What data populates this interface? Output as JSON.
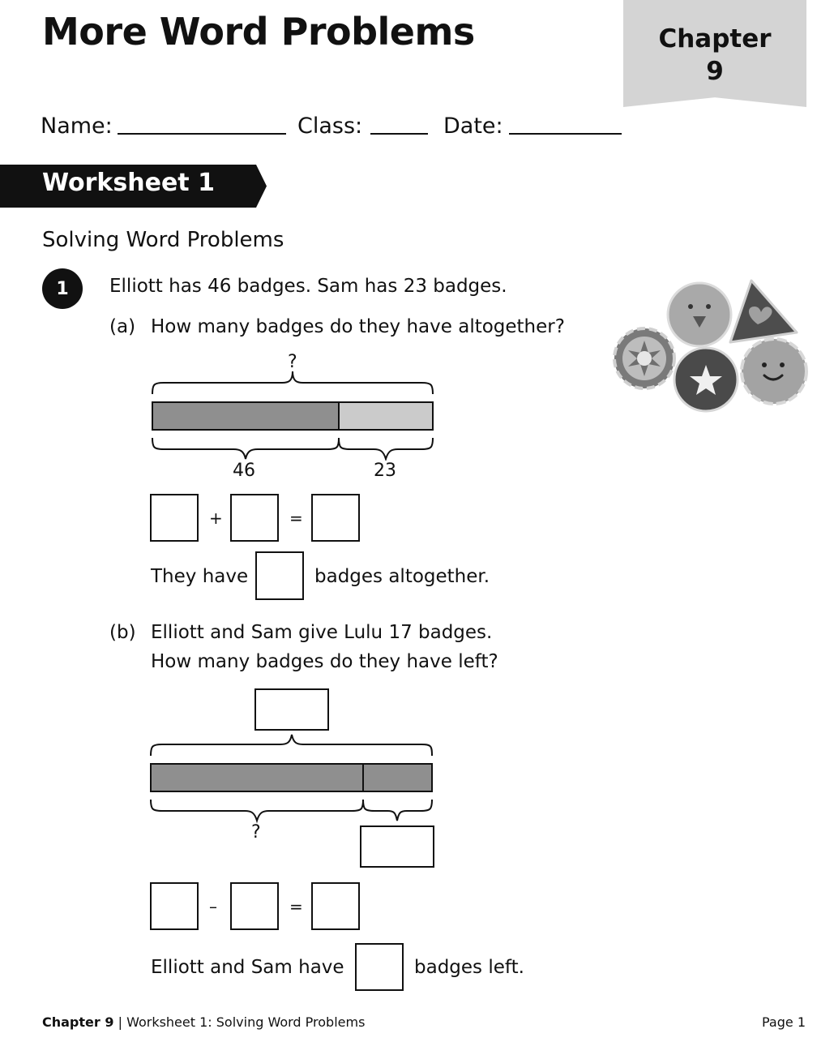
{
  "header": {
    "title": "More Word Problems",
    "chapter_label": "Chapter",
    "chapter_number": "9"
  },
  "fields": {
    "name_label": "Name:",
    "class_label": "Class:",
    "date_label": "Date:"
  },
  "worksheet": {
    "banner": "Worksheet 1",
    "section_title": "Solving Word Problems"
  },
  "question1": {
    "number": "1",
    "stem": "Elliott has 46 badges. Sam has 23 badges.",
    "part_a": {
      "label": "(a)",
      "question": "How many badges do they have altogether?",
      "model": {
        "top_label": "?",
        "left_label": "46",
        "right_label": "23",
        "left_value": 46,
        "right_value": 23
      },
      "equation": {
        "operator": "+",
        "equals": "="
      },
      "answer_before": "They have",
      "answer_after": "badges altogether."
    },
    "part_b": {
      "label": "(b)",
      "line1": "Elliott and Sam give Lulu 17 badges.",
      "line2": "How many badges do they have left?",
      "model": {
        "bottom_left_label": "?"
      },
      "equation": {
        "operator": "–",
        "equals": "="
      },
      "answer_before": "Elliott and Sam have",
      "answer_after": "badges left."
    }
  },
  "footer": {
    "chapter": "Chapter 9",
    "separator": "|",
    "worksheet": "Worksheet 1: Solving Word Problems",
    "page": "Page 1"
  },
  "colors": {
    "ink": "#111111",
    "chapter_tab": "#d4d4d4",
    "bar_dark": "#8f8f8f",
    "bar_light": "#cbcbcb"
  },
  "icons": [
    "smiley-badge-icon",
    "heart-triangle-badge-icon",
    "sun-badge-icon",
    "star-badge-icon",
    "smiley-flower-badge-icon"
  ]
}
